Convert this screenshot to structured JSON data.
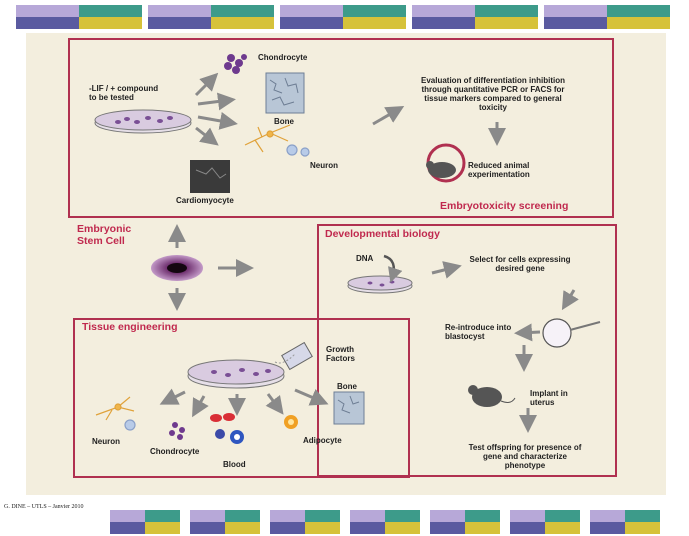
{
  "embryotoxicity": {
    "title": "Embryotoxicity screening",
    "compound": "-LIF / + compound\nto be tested",
    "chondrocyte": "Chondrocyte",
    "bone": "Bone",
    "neuron": "Neuron",
    "cardiomyocyte": "Cardiomyocyte",
    "evaluation": "Evaluation of differentiation inhibition\nthrough quantitative PCR or FACS for\ntissue markers compared to general\ntoxicity",
    "reduced": "Reduced animal\nexperimentation"
  },
  "stem_cell": "Embryonic\nStem Cell",
  "developmental": {
    "title": "Developmental biology",
    "dna": "DNA",
    "select": "Select for cells expressing\ndesired gene",
    "reintroduce": "Re-introduce into\nblastocyst",
    "implant": "Implant in\nuterus",
    "test": "Test offspring for presence of\ngene and characterize\nphenotype"
  },
  "tissue": {
    "title": "Tissue engineering",
    "growth": "Growth\nFactors",
    "bone": "Bone",
    "neuron": "Neuron",
    "chondrocyte": "Chondrocyte",
    "blood": "Blood",
    "adipocyte": "Adipocyte"
  },
  "footer": "G. DINE – UTLS – Janvier 2010",
  "colors": {
    "accent": "#c0294e",
    "border": "#b03050",
    "background": "#f3eede"
  }
}
